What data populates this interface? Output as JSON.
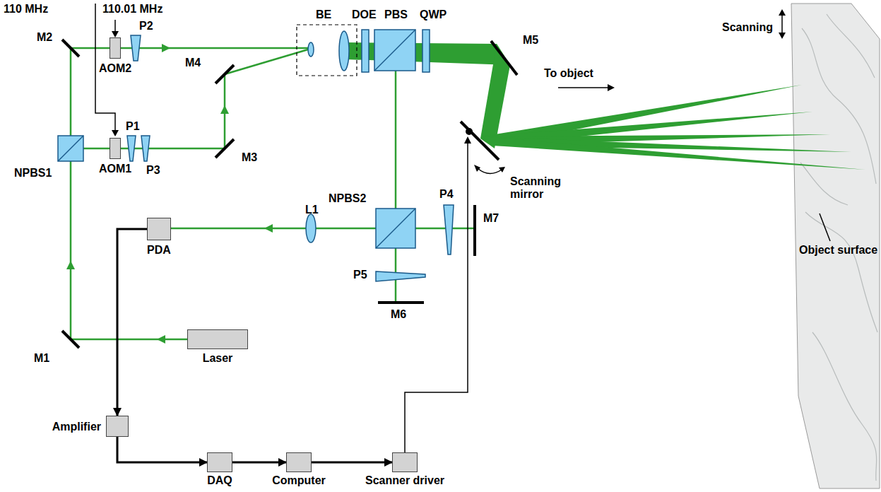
{
  "diagram": {
    "nodes": [
      {
        "text": [
          "AOM2"
        ]
      },
      {
        "text": [
          "AOM1"
        ]
      },
      {
        "text": [
          "PDA"
        ]
      },
      {
        "text": [
          "Laser"
        ]
      },
      {
        "text": [
          "Amplifier"
        ]
      },
      {
        "text": [
          "DAQ"
        ]
      },
      {
        "text": [
          "Computer"
        ]
      },
      {
        "text": [
          "Scanner driver"
        ]
      }
    ],
    "edges": [
      {
        "from": 2,
        "to": 4,
        "arrow": "to"
      },
      {
        "from": 4,
        "to": 5,
        "arrow": "to"
      },
      {
        "from": 5,
        "to": 6,
        "arrow": "to"
      },
      {
        "from": 6,
        "to": 7,
        "arrow": "to"
      }
    ],
    "labels": [
      "110 MHz",
      "110.01 MHz",
      "P2",
      "M2",
      "M4",
      "BE",
      "DOE",
      "PBS",
      "QWP",
      "M5",
      "To object",
      "Scanning",
      "P1",
      "P3",
      "NPBS1",
      "M3",
      "Scanning mirror",
      "L1",
      "NPBS2",
      "P4",
      "M7",
      "Object surface",
      "P5",
      "M6",
      "M1"
    ]
  }
}
